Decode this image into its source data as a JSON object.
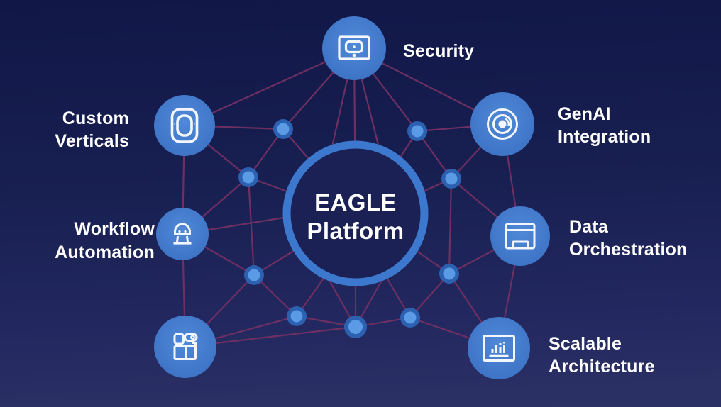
{
  "title": {
    "line1": "EAGLE",
    "line2": "Platform"
  },
  "nodes": [
    {
      "id": "security",
      "icon": "screen-lock-icon",
      "line1": "Security",
      "line2": ""
    },
    {
      "id": "genai-integration",
      "icon": "concentric-eye-icon",
      "line1": "GenAI",
      "line2": "Integration"
    },
    {
      "id": "data-orchestration",
      "icon": "window-panel-icon",
      "line1": "Data",
      "line2": "Orchestration"
    },
    {
      "id": "scalable-architecture",
      "icon": "bar-chart-screen-icon",
      "line1": "Scalable",
      "line2": "Architecture"
    },
    {
      "id": "custom-verticals",
      "icon": "rounded-badge-icon",
      "line1": "Custom",
      "line2": "Verticals"
    },
    {
      "id": "workflow-automation",
      "icon": "robot-icon",
      "line1": "Workflow",
      "line2": "Automation"
    },
    {
      "id": "modules",
      "icon": "floor-plan-icon",
      "line1": "",
      "line2": ""
    }
  ],
  "colors": {
    "background_top": "#111848",
    "background_bottom": "#2c3165",
    "node_blue": "#3e74c6",
    "node_blue_light": "#5089d8",
    "ring_stroke": "#3c78cd",
    "ring_fill": "#1b2154",
    "edge_purple": "#6e2f62",
    "dot_outer": "#2c60b0",
    "dot_inner": "#5b9be6",
    "text": "#ffffff"
  }
}
